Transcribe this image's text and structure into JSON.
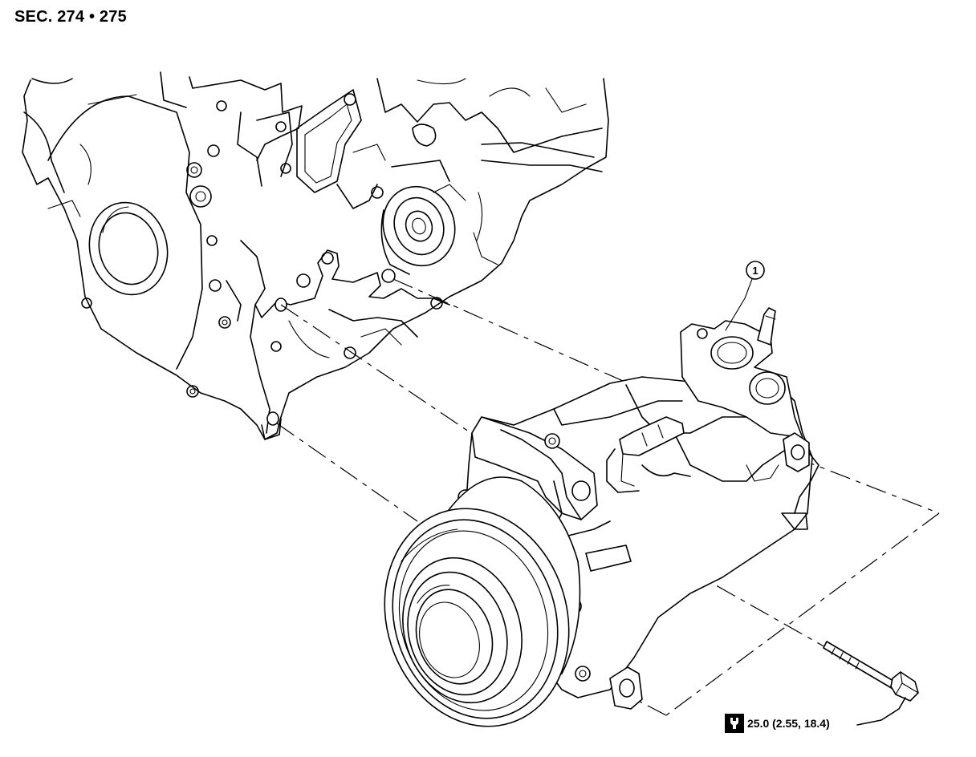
{
  "section_title": "SEC. 274 • 275",
  "callouts": [
    {
      "label": "1"
    }
  ],
  "torque": {
    "value": "25.0 (2.55, 18.4)",
    "icon": "torque-wrench-icon"
  }
}
